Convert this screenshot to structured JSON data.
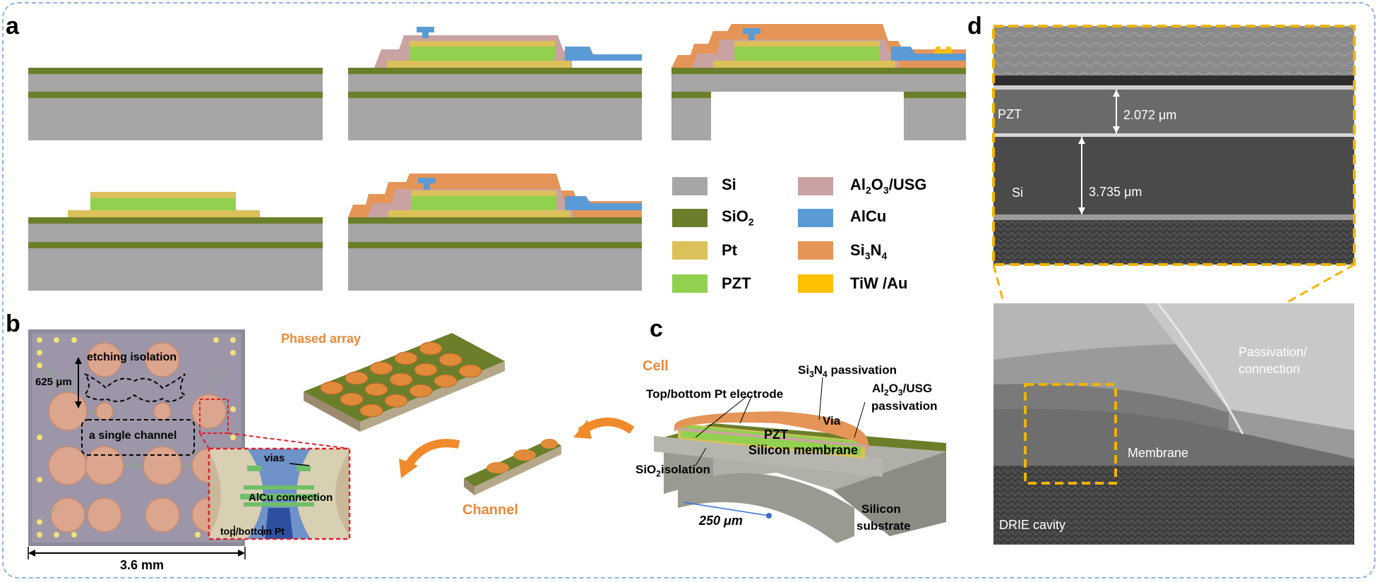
{
  "panel_labels": {
    "a": "a",
    "b": "b",
    "c": "c",
    "d": "d"
  },
  "legend": {
    "si": "Si",
    "sio2_main": "SiO",
    "sio2_sub": "2",
    "pt": "Pt",
    "pzt": "PZT",
    "al2o3_a": "Al",
    "al2o3_s1": "2",
    "al2o3_b": "O",
    "al2o3_s2": "3",
    "al2o3_c": "/USG",
    "alcu": "AlCu",
    "si3n4_a": "Si",
    "si3n4_s1": "3",
    "si3n4_b": "N",
    "si3n4_s2": "4",
    "tiwau": "TiW /Au"
  },
  "colors": {
    "si": "#a6a6a6",
    "sio2": "#6b7f2a",
    "pt": "#dcc05a",
    "pzt": "#92d050",
    "al2o3": "#c9a3a2",
    "alcu": "#5b9bd5",
    "si3n4": "#e59558",
    "tiwau": "#ffc000",
    "accent_dash": "#f0b400"
  },
  "panel_b": {
    "etching_isolation": "etching isolation",
    "pitch": "625 μm",
    "single_channel": "a single channel",
    "vias": "vias",
    "alcu_connection": "AlCu connection",
    "top_bottom_pt": "top/bottom Pt",
    "width": "3.6 mm",
    "phased_array": "Phased array",
    "channel": "Channel"
  },
  "panel_c": {
    "cell": "Cell",
    "si3n4_pass_a": "Si",
    "si3n4_pass_s1": "3",
    "si3n4_pass_b": "N",
    "si3n4_pass_s2": "4",
    "si3n4_pass_c": " passivation",
    "top_bottom_pt": "Top/bottom Pt electrode",
    "al2o3_a": "Al",
    "al2o3_s1": "2",
    "al2o3_b": "O",
    "al2o3_s2": "3",
    "al2o3_c": "/USG",
    "passivation": "passivation",
    "via": "Via",
    "pzt": "PZT",
    "silicon_membrane": "Silicon membrane",
    "sio2_a": "SiO",
    "sio2_s": "2",
    "sio2_b": "isolation",
    "silicon": "Silicon",
    "substrate": "substrate",
    "radius": "250 μm"
  },
  "panel_d": {
    "pzt": "PZT",
    "pzt_thickness": "2.072 μm",
    "si": "Si",
    "si_thickness": "3.735 μm",
    "passivation": "Passivation/",
    "connection": "connection",
    "membrane": "Membrane",
    "drie": "DRIE cavity"
  }
}
